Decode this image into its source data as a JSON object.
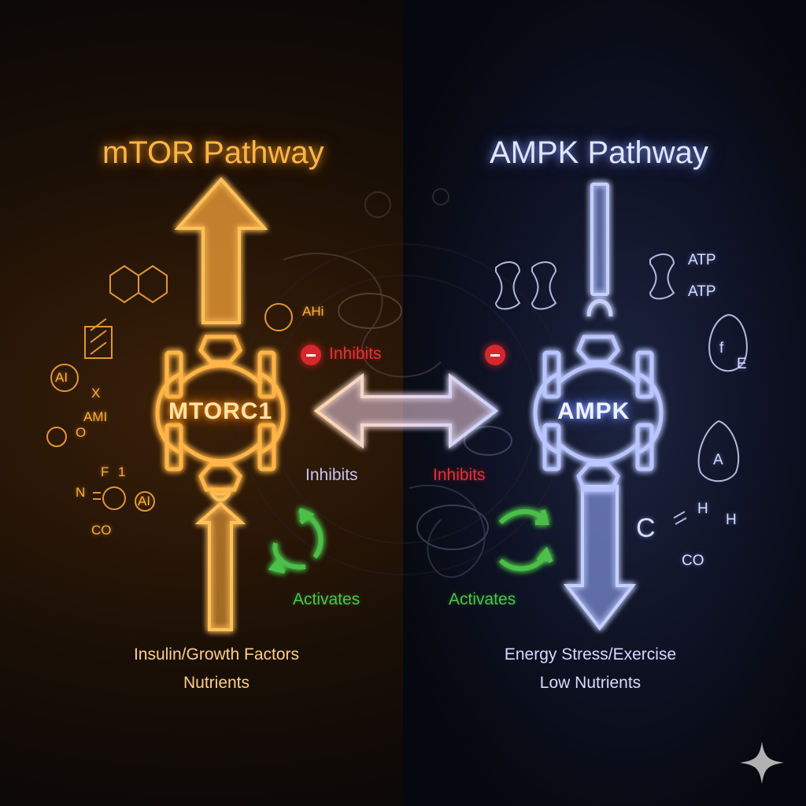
{
  "left": {
    "title": "mTOR Pathway",
    "node": "MTORC1",
    "caption_line1": "Insulin/Growth Factors",
    "caption_line2": "Nutrients",
    "chem_labels": [
      "AHi",
      "AI",
      "X",
      "AMI",
      "O",
      "F",
      "1",
      "N",
      "CO",
      "AI"
    ]
  },
  "right": {
    "title": "AMPK Pathway",
    "node": "AMPK",
    "caption_line1": "Energy Stress/Exercise",
    "caption_line2": "Low Nutrients",
    "chem_labels": [
      "ATP",
      "ATP",
      "f",
      "E",
      "A",
      "C",
      "H",
      "H",
      "CO"
    ]
  },
  "center": {
    "inhibits_top": "Inhibits",
    "inhibits_left": "Inhibits",
    "inhibits_right": "Inhibits",
    "activates_left": "Activates",
    "activates_right": "Activates"
  },
  "colors": {
    "mtor": "#ffb547",
    "ampk": "#dfe6ff",
    "inhibit": "#e0323a",
    "activate": "#4cc34a"
  },
  "icons": [
    "sparkle-icon"
  ]
}
